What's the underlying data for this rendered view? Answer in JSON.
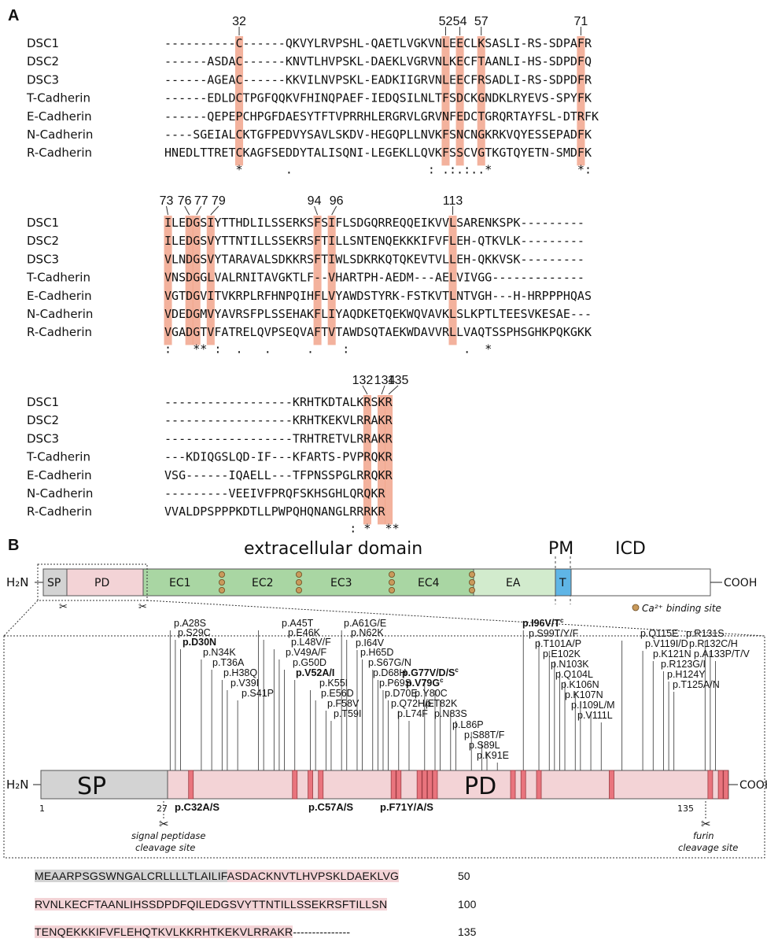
{
  "panel_a": {
    "label": "A",
    "blocks": [
      {
        "positions": [
          "32",
          "52",
          "54",
          "57",
          "71"
        ],
        "rows": [
          {
            "name": "DSC1",
            "seq": "----------C------QKVYLRVPSHL-QAETLVGKVNLEECLKSASLI-RS-SDPAFR"
          },
          {
            "name": "DSC2",
            "seq": "------ASDAC------KNVTLHVPSKL-DAEKLVGRVNLKECFTAANLI-HS-SDPDFQ"
          },
          {
            "name": "DSC3",
            "seq": "------AGEAC------KKVILNVPSKL-EADKIIGRVNLEECFRSADLI-RS-SDPDFR"
          },
          {
            "name": "T-Cadherin",
            "seq": "------EDLDCTPGFQQKVFHINQPAEF-IEDQSILNLTFSDCKGNDKLRYEVS-SPYFK"
          },
          {
            "name": "E-Cadherin",
            "seq": "------QEPEPCHPGFDAESYTFTVPRRHLERGRVLGRVNFEDCTGRQRTAYFSL-DTRFK"
          },
          {
            "name": "N-Cadherin",
            "seq": "----SGEIALCKTGFPEDVYSAVLSKDV-HEGQPLLNVKFSNCNGKRKVQYESSEPADFK"
          },
          {
            "name": "R-Cadherin",
            "seq": "HNEDLTTRETCKAGFSEDDYTALISQNI-LEGEKLLQVKFSSCVGTKGTQYETN-SMDFK"
          }
        ],
        "consensus": "          *      .                   : .:.:..*            *:"
      },
      {
        "positions": [
          "73",
          "76",
          "77",
          "79",
          "94",
          "96",
          "113"
        ],
        "rows": [
          {
            "name": "DSC1",
            "seq": "ILEDGSIYTTHDLILSSERKSFSIFLSDGQRREQQEIKVVLSARENKSPK---------"
          },
          {
            "name": "DSC2",
            "seq": "ILEDGSVYTTNTILLSSEKRSFTILLSNTENQEKKKIFVFLEH-QTKVLK---------"
          },
          {
            "name": "DSC3",
            "seq": "VLNDGSVYTARAVALSDKKRSFTIWLSDKRKQTQKEVTVLLEH-QKKVSK---------"
          },
          {
            "name": "T-Cadherin",
            "seq": "VNSDGGLVALRNITAVGKTLF--VHARTPH-AEDM---AELVIVGG-------------"
          },
          {
            "name": "E-Cadherin",
            "seq": "VGTDGVITVKRPLRFHNPQIHFLVYAWDSTYRK-FSTKVTLNTVGH---H-HRPPPHQAS"
          },
          {
            "name": "N-Cadherin",
            "seq": "VDEDGMVYAVRSFPLSSEHAKFLIYAQDKETQEKWQVAVKLSLKPTLTEESVKESAE---"
          },
          {
            "name": "R-Cadherin",
            "seq": "VGADGTVFATRELQVPSEQVAFTVTAWDSQTAEKWDAVVRLLVAQTSSPHSGHKPQKGKK"
          }
        ],
        "consensus": ":   ** :  .   .     .    :                .  *"
      },
      {
        "positions": [
          "132",
          "134",
          "135"
        ],
        "rows": [
          {
            "name": "DSC1",
            "seq": "------------------KRHTKDTALKRSKR"
          },
          {
            "name": "DSC2",
            "seq": "------------------KRHTKEKVLRRAKR"
          },
          {
            "name": "DSC3",
            "seq": "------------------TRHTRETVLRRAKR"
          },
          {
            "name": "T-Cadherin",
            "seq": "---KDIQGSLQD-IF---KFARTS-PVPRQKR"
          },
          {
            "name": "E-Cadherin",
            "seq": "VSG------IQAELL---TFPNSSPGLRRQKR"
          },
          {
            "name": "N-Cadherin",
            "seq": "---------VEEIVFPRQFSKHSGHLQRQKR"
          },
          {
            "name": "R-Cadherin",
            "seq": "VVALDPSPPPKDTLLPWPQHQNANGLRRRKR"
          }
        ],
        "consensus": "                          : *  **"
      }
    ]
  },
  "panel_b": {
    "label": "B",
    "top": {
      "extracellular": "extracellular domain",
      "pm": "PM",
      "icd": "ICD",
      "n_term": "H₂N",
      "c_term": "COOH",
      "domains": [
        "SP",
        "PD",
        "EC1",
        "EC2",
        "EC3",
        "EC4",
        "EA",
        "T"
      ],
      "ca_legend": "Ca²⁺ binding site",
      "colors": {
        "sp": "#d3d3d3",
        "pd": "#f3d3d6",
        "ec": "#a9d6a3",
        "ea": "#d2ebcd",
        "t": "#5fb5e6",
        "ca": "#c99a5b"
      }
    },
    "detail": {
      "n_term": "H₂N",
      "c_term": "COOH",
      "sp": "SP",
      "pd": "PD",
      "pos_1": "1",
      "pos_27": "27",
      "pos_135": "135",
      "signal_label": [
        "signal peptidase",
        "cleavage site"
      ],
      "furin_label": [
        "furin",
        "cleavage site"
      ],
      "below_labels": [
        "p.C32A/S",
        "p.C57A/S",
        "p.F71Y/A/S"
      ],
      "mutations": [
        "p.A28S",
        "p.S29C",
        "p.D30N",
        "p.N34K",
        "p.T36A",
        "p.H38Q",
        "p.V39I",
        "p.S41P",
        "p.A45T",
        "p.E46K",
        "p.L48V/F",
        "p.V49A/F",
        "p.G50D",
        "p.V52A/I",
        "p.K55I",
        "p.E56D",
        "p.F58V",
        "p.T59I",
        "p.A61G/E",
        "p.N62K",
        "p.I64V",
        "p.H65D",
        "p.S67G/N",
        "p.D68H",
        "p.P69S",
        "p.D70E",
        "p.Q72H/E",
        "p.L74F",
        "p.G77V/D/S",
        "p.V79G",
        "p.Y80C",
        "p.T82K",
        "p.N83S",
        "p.L86P",
        "p.S88T/F",
        "p.S89L",
        "p.K91E",
        "p.I96V/T",
        "p.S99T/Y/F",
        "p.T101A/P",
        "p.E102K",
        "p.N103K",
        "p.Q104L",
        "p.K106N",
        "p.K107N",
        "p.I109L/M",
        "p.V111L",
        "p.Q115E",
        "p.V119I/D",
        "p.K121N",
        "p.R123G/I",
        "p.H124Y",
        "p.T125A/N",
        "p.R131S",
        "p.R132C/H",
        "p.A133P/T/V"
      ]
    },
    "sequence": {
      "lines": [
        {
          "sp": "MEAARPSGSWNGALCRLLLLTLAILIF",
          "pd": "ASDACKNVTLHVPSKLDAEKLVG",
          "tail": "",
          "num": "50"
        },
        {
          "sp": "",
          "pd": "RVNLKECFTAANLIHSSDPDFQILEDGSVYTTNTILLSSEKRSFTILLSN",
          "tail": "",
          "num": "100"
        },
        {
          "sp": "",
          "pd": "TENQEKKKIFVFLEHQTKVLKKRHTKEKVLRRAKR",
          "tail": "---------------",
          "num": "135"
        }
      ]
    }
  }
}
